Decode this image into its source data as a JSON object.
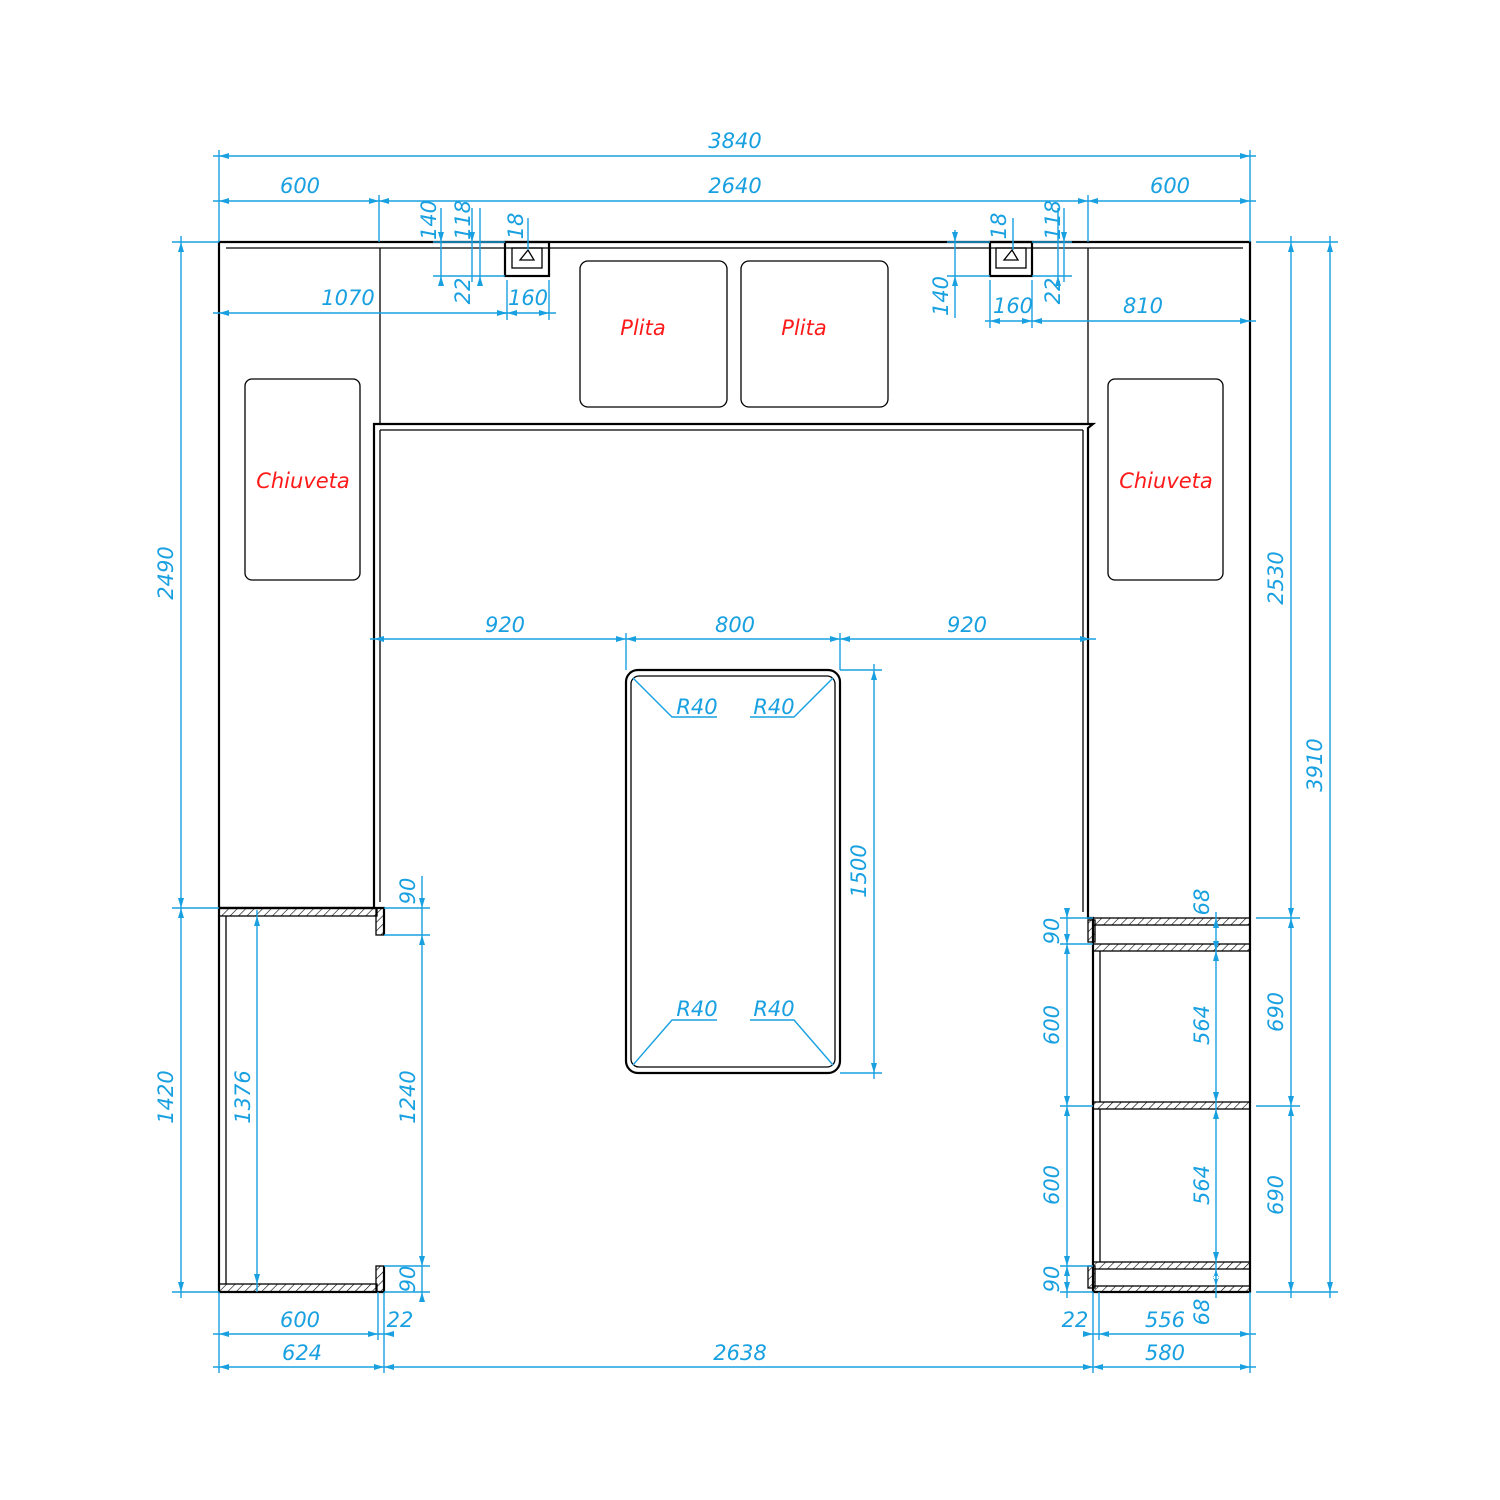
{
  "labels": {
    "hob_left": "Plita",
    "hob_right": "Plita",
    "sink_left": "Chiuveta",
    "sink_right": "Chiuveta"
  },
  "dims": {
    "total_width": "3840",
    "top_left": "600",
    "top_middle": "2640",
    "top_right": "600",
    "left_sink_offset": "1070",
    "right_sink_offset": "810",
    "left_socket_width": "160",
    "right_socket_width": "160",
    "left_socket_140": "140",
    "left_socket_118": "118",
    "left_socket_22": "22",
    "left_socket_18": "18",
    "right_socket_140": "140",
    "right_socket_118": "118",
    "right_socket_22": "22",
    "right_socket_18": "18",
    "left_upper_height": "2490",
    "left_lower_height": "1420",
    "right_upper_height": "2530",
    "right_total_height": "3910",
    "island_left_gap": "920",
    "island_width": "800",
    "island_right_gap": "920",
    "island_length": "1500",
    "radius_tl": "R40",
    "radius_tr": "R40",
    "radius_bl": "R40",
    "radius_br": "R40",
    "left_inner_1376": "1376",
    "left_inner_1240": "1240",
    "left_gap_top_90": "90",
    "left_gap_bottom_90": "90",
    "right_gap_top_90": "90",
    "right_gap_bottom_90": "90",
    "right_600_a": "600",
    "right_600_b": "600",
    "right_564_a": "564",
    "right_564_b": "564",
    "right_690_a": "690",
    "right_690_b": "690",
    "right_68_top": "68",
    "right_68_bottom": "68",
    "bottom_left_600": "600",
    "bottom_left_22": "22",
    "bottom_right_22": "22",
    "bottom_right_556": "556",
    "bottom_624": "624",
    "bottom_2638": "2638",
    "bottom_580": "580"
  },
  "colors": {
    "dimension": "#18a0e0",
    "label": "#ff1a1a",
    "outline": "#000000"
  }
}
